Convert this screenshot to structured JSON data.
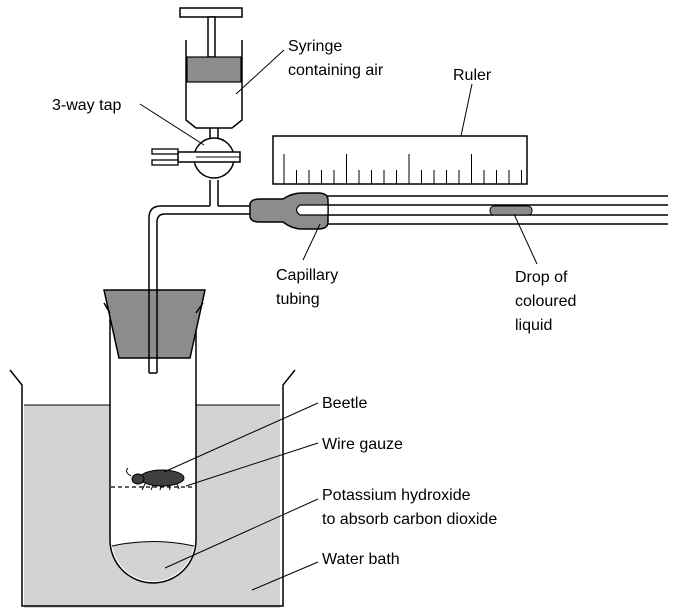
{
  "labels": {
    "syringe": [
      "Syringe",
      "containing air"
    ],
    "tap": "3-way tap",
    "ruler": "Ruler",
    "capillary": [
      "Capillary",
      "tubing"
    ],
    "drop": [
      "Drop of",
      "coloured",
      "liquid"
    ],
    "beetle": "Beetle",
    "gauze": "Wire gauze",
    "koh": [
      "Potassium hydroxide",
      "to absorb carbon dioxide"
    ],
    "water": "Water bath"
  },
  "colors": {
    "water": "#d3d3d3",
    "grey_part": "#8c8c8c",
    "beetle": "#404040",
    "outline": "#000000"
  }
}
